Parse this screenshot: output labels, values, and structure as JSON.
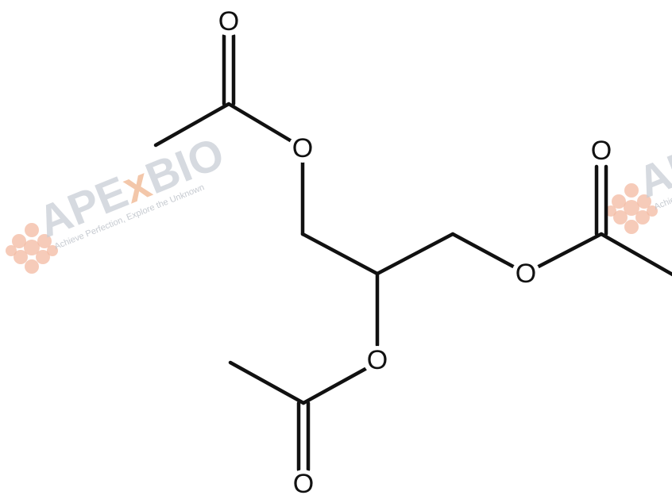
{
  "diagram": {
    "atoms": {
      "o_top_carbonyl": "O",
      "o_top_ester": "O",
      "o_right_carbonyl": "O",
      "o_right_ester": "O",
      "o_middle_ester": "O",
      "o_bottom_carbonyl": "O"
    }
  },
  "watermark": {
    "brand_left": "APE",
    "brand_x": "x",
    "brand_right": "BIO",
    "tagline": "Achieve Perfection, Explore the Unknown",
    "brand_color": "#c9ced6",
    "accent_color": "#f0b58e"
  }
}
